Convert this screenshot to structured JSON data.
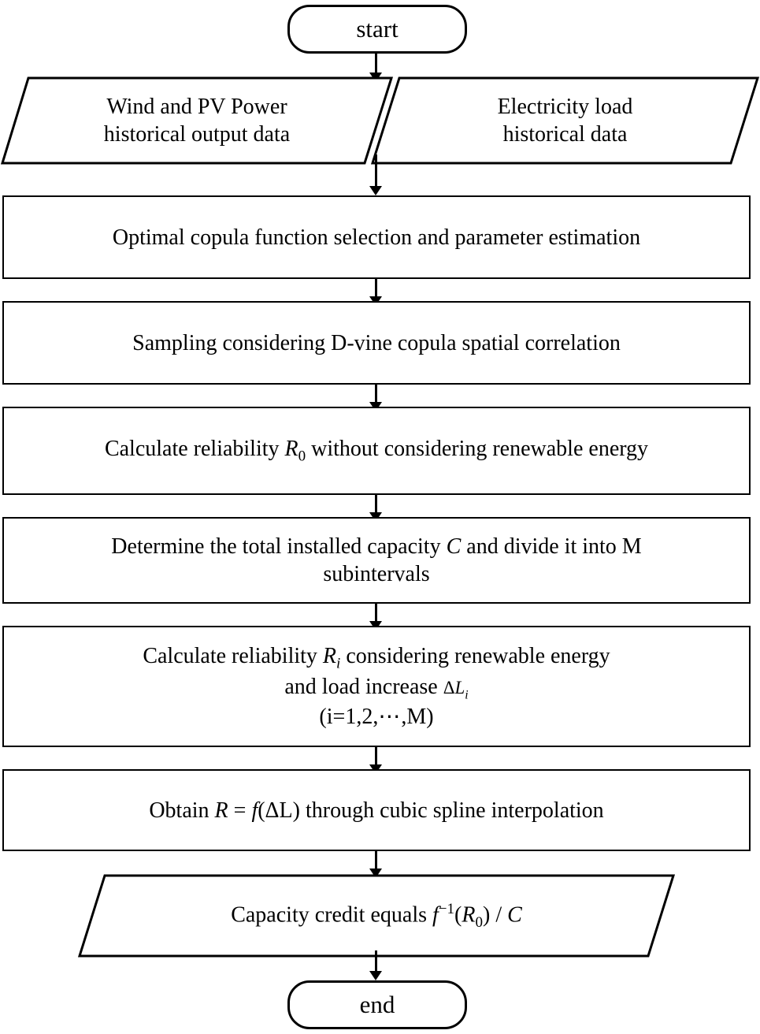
{
  "diagram": {
    "title": "Capacity credit evaluation flowchart",
    "type": "flowchart",
    "nodes": {
      "start": {
        "label": "start",
        "shape": "terminator"
      },
      "input_wind_pv": {
        "label": "Wind and PV Power historical output data",
        "shape": "parallelogram"
      },
      "input_load": {
        "label": "Electricity load historical data",
        "shape": "parallelogram"
      },
      "copula_select": {
        "label": "Optimal copula function selection and parameter estimation",
        "shape": "process"
      },
      "sampling": {
        "label": "Sampling considering D-vine copula spatial correlation",
        "shape": "process"
      },
      "reliability_r0": {
        "label": "Calculate reliability R0 without considering renewable energy",
        "shape": "process"
      },
      "capacity_c": {
        "label": "Determine the total installed capacity C and divide it into M subintervals",
        "shape": "process"
      },
      "reliability_ri": {
        "label": "Calculate reliability Ri considering renewable energy and load increase ΔLi (i=1,2,⋯,M)",
        "shape": "process"
      },
      "spline": {
        "label": "Obtain R = f(ΔL) through cubic spline interpolation",
        "shape": "process"
      },
      "capacity_credit": {
        "label": "Capacity credit equals f−1(R0)/C",
        "shape": "parallelogram"
      },
      "end": {
        "label": "end",
        "shape": "terminator"
      }
    },
    "text_fragments": {
      "start": "start",
      "end": "end",
      "wind_line1": "Wind and PV Power",
      "wind_line2": "historical output data",
      "load_line1": "Electricity load",
      "load_line2": "historical data",
      "copula_select": "Optimal copula function selection and parameter estimation",
      "sampling": "Sampling considering D-vine copula spatial correlation",
      "r0_pre": "Calculate reliability ",
      "r0_var": "R",
      "r0_sub": "0",
      "r0_post": " without considering renewable energy",
      "cap_pre": "Determine the total installed capacity ",
      "cap_var": "C",
      "cap_post": " and divide it into M",
      "cap_line2": "subintervals",
      "ri_pre": "Calculate reliability ",
      "ri_var": "R",
      "ri_sub": "i",
      "ri_post": " considering renewable energy",
      "ri_line2_pre": "and load increase ",
      "ri_line2_delta": "Δ",
      "ri_line2_var": "L",
      "ri_line2_sub": "i",
      "ri_line3": "(i=1,2,",
      "ri_line3_dots": "⋯",
      "ri_line3_end": ",M)",
      "spline_pre": "Obtain ",
      "spline_r": "R",
      "spline_eq": " = ",
      "spline_f": "f",
      "spline_arg": "(ΔL)",
      "spline_post": " through cubic spline interpolation",
      "cc_pre": "Capacity credit equals  ",
      "cc_f": "f",
      "cc_exp": "−1",
      "cc_open": "(",
      "cc_r": "R",
      "cc_rsub": "0",
      "cc_close": ")",
      "cc_slash": " / ",
      "cc_c": "C"
    },
    "colors": {
      "stroke": "#000000",
      "fill": "#ffffff",
      "text": "#000000"
    }
  }
}
